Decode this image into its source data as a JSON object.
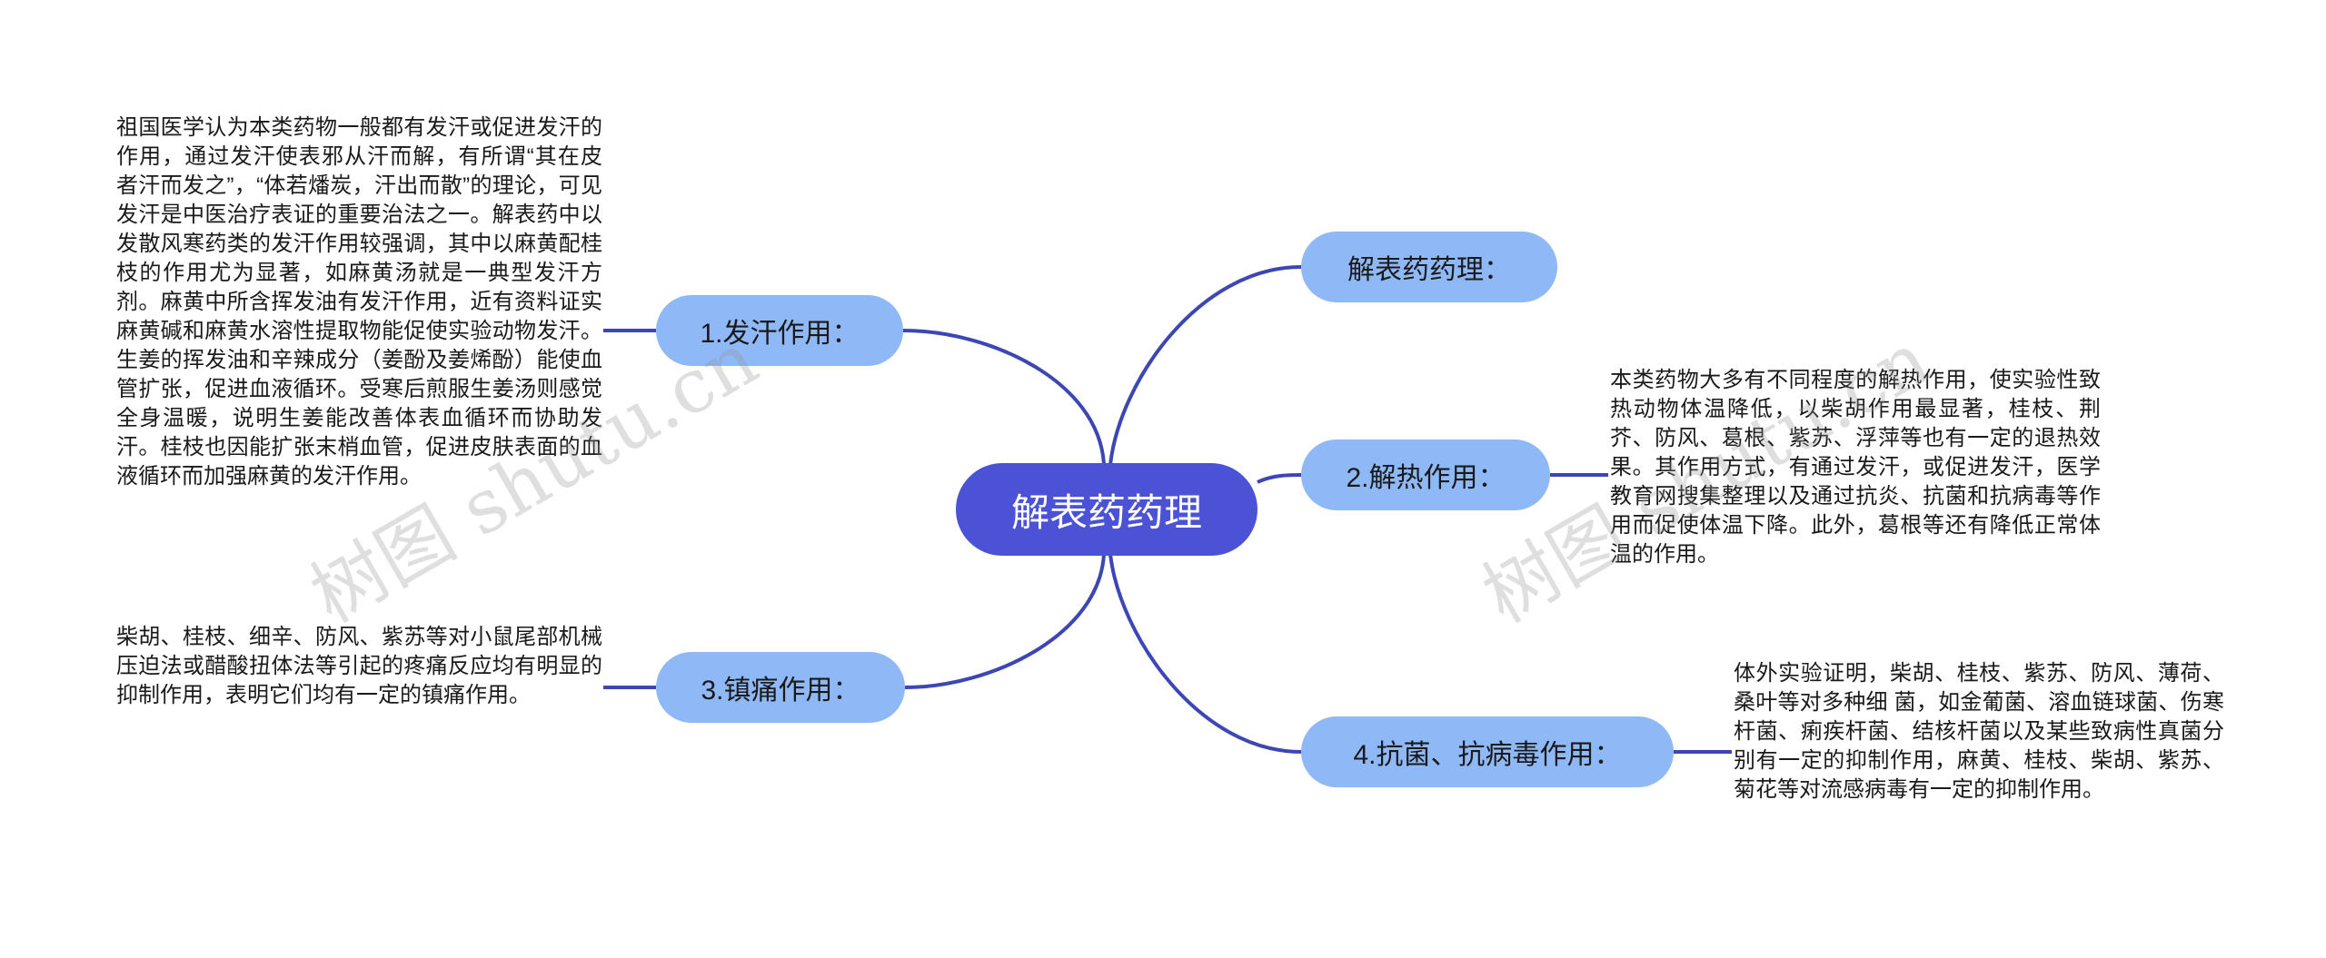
{
  "root": {
    "label": "解表药药理"
  },
  "branches": {
    "b1": {
      "label": "1.发汗作用："
    },
    "b2": {
      "label": "解表药药理："
    },
    "b3": {
      "label": "2.解热作用："
    },
    "b4": {
      "label": "3.镇痛作用："
    },
    "b5": {
      "label": "4.抗菌、抗病毒作用："
    }
  },
  "notes": {
    "n1": "祖国医学认为本类药物一般都有发汗或促进发汗的作用，通过发汗使表邪从汗而解，有所谓“其在皮者汗而发之”，“体若燔炭，汗出而散”的理论，可见发汗是中医治疗表证的重要治法之一。解表药中以发散风寒药类的发汗作用较强调，其中以麻黄配桂枝的作用尤为显著，如麻黄汤就是一典型发汗方剂。麻黄中所含挥发油有发汗作用，近有资料证实麻黄碱和麻黄水溶性提取物能促使实验动物发汗。生姜的挥发油和辛辣成分（姜酚及姜烯酚）能使血管扩张，促进血液循环。受寒后煎服生姜汤则感觉全身温暖，说明生姜能改善体表血循环而协助发汗。桂枝也因能扩张末梢血管，促进皮肤表面的血液循环而加强麻黄的发汗作用。",
    "n3": "本类药物大多有不同程度的解热作用，使实验性致热动物体温降低，以柴胡作用最显著，桂枝、荆芥、防风、葛根、紫苏、浮萍等也有一定的退热效果。其作用方式，有通过发汗，或促进发汗，医学教育网搜集整理以及通过抗炎、抗菌和抗病毒等作用而促使体温下降。此外，葛根等还有降低正常体温的作用。",
    "n4": "柴胡、桂枝、细辛、防风、紫苏等对小鼠尾部机械压迫法或醋酸扭体法等引起的疼痛反应均有明显的抑制作用，表明它们均有一定的镇痛作用。",
    "n5": "体外实验证明，柴胡、桂枝、紫苏、防风、薄荷、桑叶等对多种细 菌，如金葡菌、溶血链球菌、伤寒杆菌、痢疾杆菌、结核杆菌以及某些致病性真菌分别有一定的抑制作用，麻黄、桂枝、柴胡、紫苏、菊花等对流感病毒有一定的抑制作用。"
  },
  "watermark": {
    "text": "树图 shutu.cn"
  },
  "colors": {
    "root": "#4c52d6",
    "branch": "#8eb8f6",
    "connector": "#3d46b5"
  }
}
